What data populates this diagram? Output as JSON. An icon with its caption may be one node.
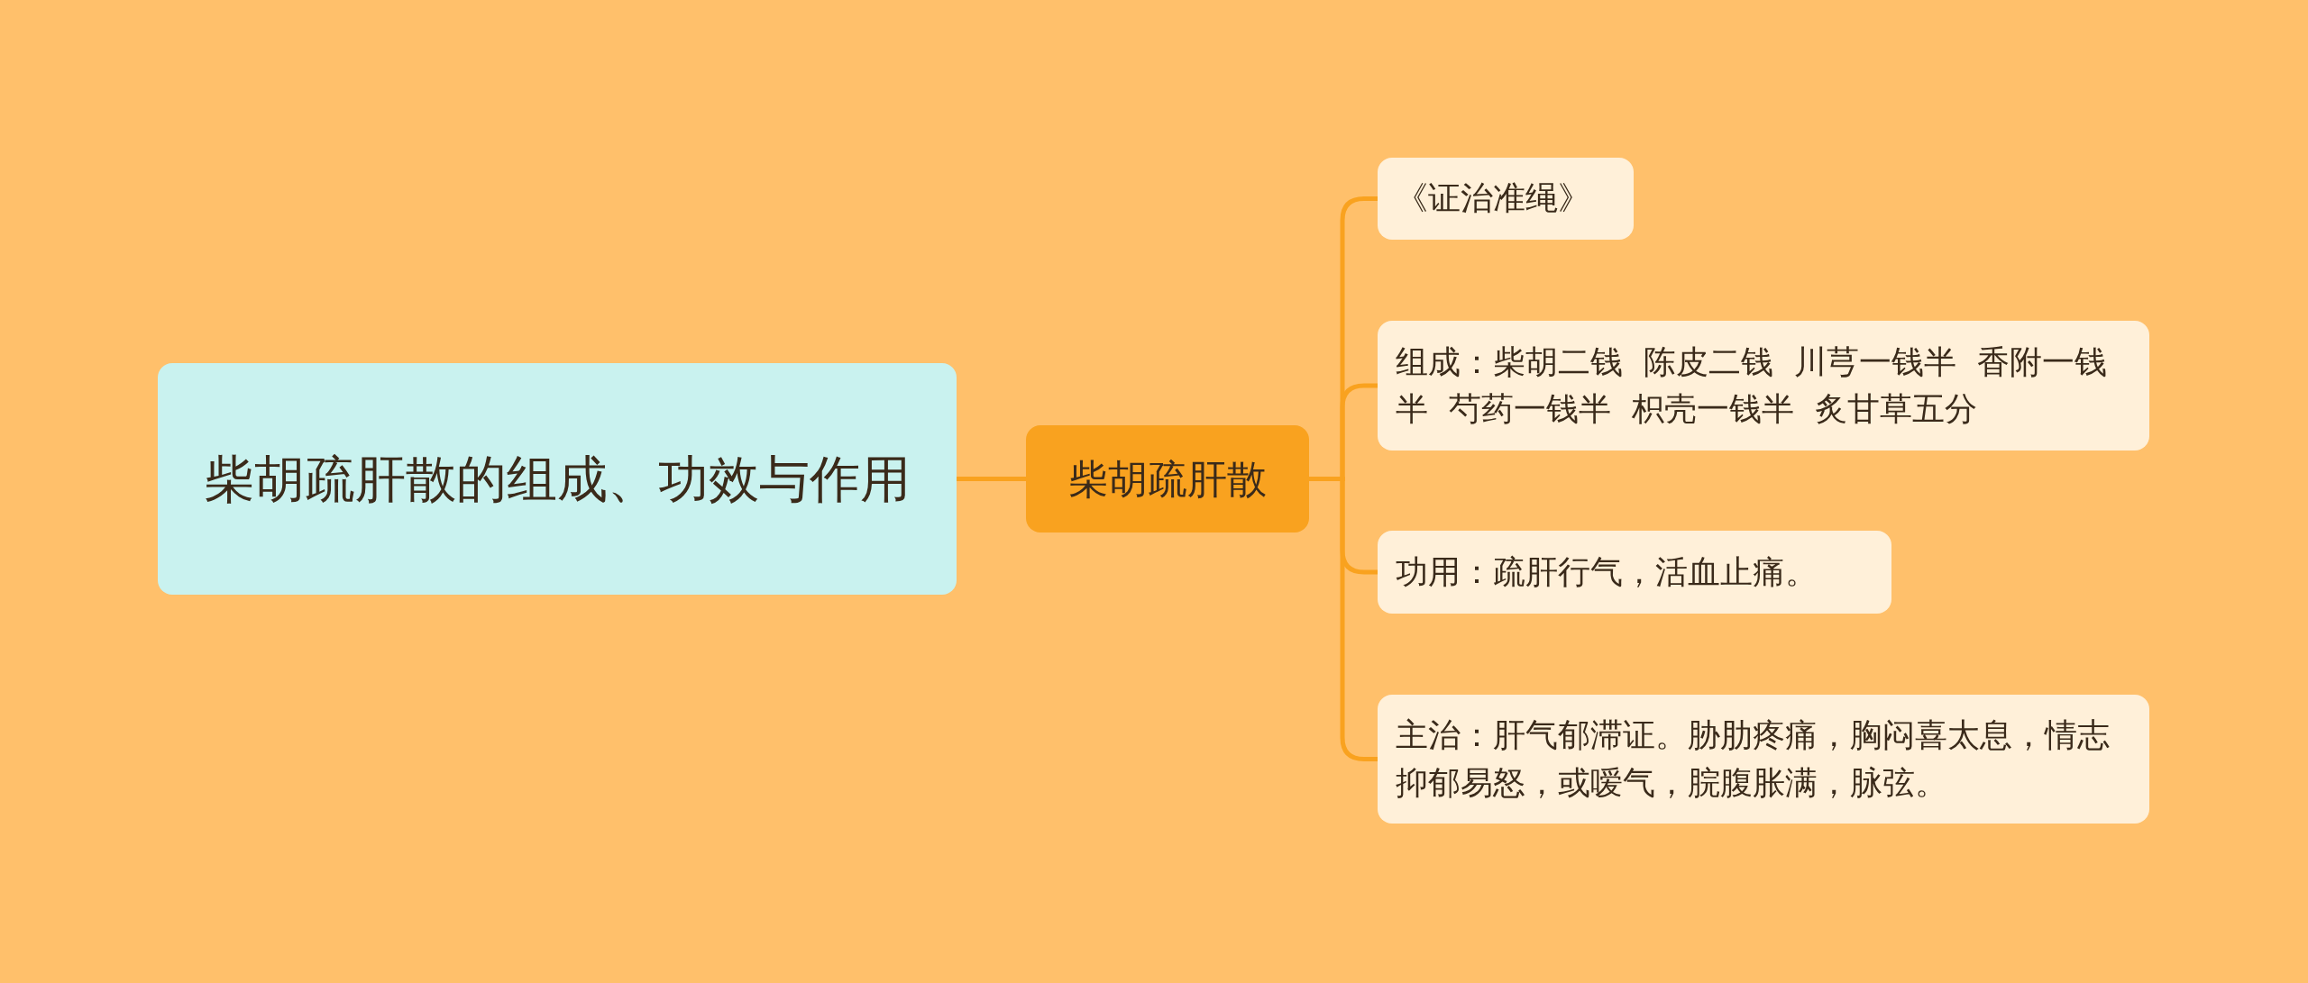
{
  "diagram": {
    "nodes": [
      {
        "text": [
          "柴胡疏肝散的组成、功效与作用"
        ]
      },
      {
        "text": [
          "柴胡疏肝散"
        ]
      },
      {
        "text": [
          "《证治准绳》"
        ]
      },
      {
        "text": [
          "组成：柴胡二钱  陈皮二钱  川芎一钱半  香附一钱半  芍药一钱半  枳壳一钱半  炙甘草五分"
        ]
      },
      {
        "text": [
          "功用：疏肝行气，活血止痛。"
        ]
      },
      {
        "text": [
          "主治：肝气郁滞证。胁肋疼痛，胸闷喜太息，情志抑郁易怒，或嗳气，脘腹胀满，脉弦。"
        ]
      }
    ],
    "edges": [
      {
        "from": 0,
        "to": 1,
        "arrow": "none"
      },
      {
        "from": 1,
        "to": 2,
        "arrow": "none"
      },
      {
        "from": 1,
        "to": 3,
        "arrow": "none"
      },
      {
        "from": 1,
        "to": 4,
        "arrow": "none"
      },
      {
        "from": 1,
        "to": 5,
        "arrow": "none"
      }
    ]
  }
}
